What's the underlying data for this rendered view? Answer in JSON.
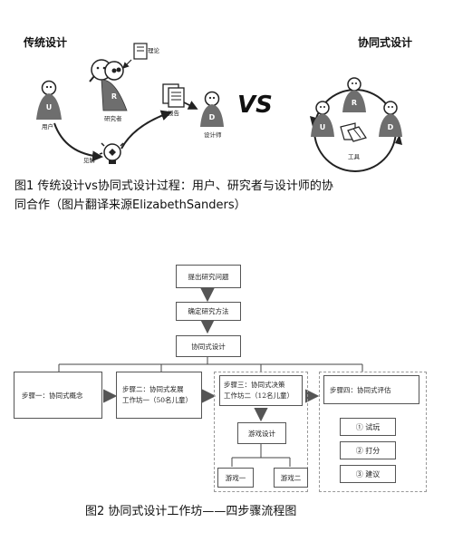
{
  "figure1": {
    "left_title": "传统设计",
    "right_title": "协同式设计",
    "vs": "VS",
    "labels": {
      "theory": "理论",
      "user": "用户",
      "researcher": "研究者",
      "insight": "见解",
      "report": "报告",
      "designer": "设计师",
      "tools": "工具"
    },
    "letters": {
      "u": "U",
      "r": "R",
      "d": "D"
    },
    "caption_line1": "图1  传统设计vs协同式设计过程：用户、研究者与设计师的协",
    "caption_line2": "同合作（图片翻译来源ElizabethSanders）"
  },
  "figure2": {
    "step_a": "提出研究问题",
    "step_b": "确定研究方法",
    "step_c": "协同式设计",
    "step1": "步骤一：协同式概念",
    "step2_line1": "步骤二：协同式发展",
    "step2_line2": "工作坊一（50名儿童）",
    "step3_line1": "步骤三：协同式决策",
    "step3_line2": "工作坊二（12名儿童）",
    "game_design": "游戏设计",
    "game1": "游戏一",
    "game2": "游戏二",
    "step4": "步骤四：协同式评估",
    "eval1": "① 试玩",
    "eval2": "② 打分",
    "eval3": "③ 建议",
    "caption": "图2  协同式设计工作坊——四步骤流程图"
  },
  "colors": {
    "figure_fill": "#6e6e6e",
    "line": "#333333",
    "dash": "#999999"
  }
}
